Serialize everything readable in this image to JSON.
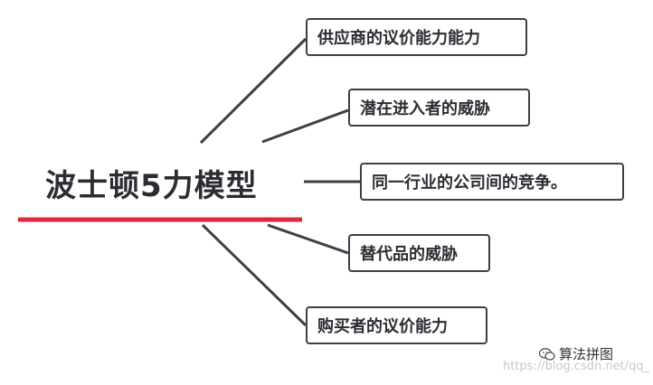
{
  "diagram": {
    "center": "波士顿5力模型",
    "branches": [
      "供应商的议价能力能力",
      "潜在进入者的威胁",
      "同一行业的公司间的竞争。",
      "替代品的威胁",
      "购买者的议价能力"
    ]
  },
  "watermark": {
    "label": "算法拼图",
    "icon": "wechat-icon",
    "url": "https://blog.csdn.net/qq_"
  },
  "colors": {
    "underline": "#e0283c",
    "connector": "#3d3f49",
    "text": "#2c2d33"
  }
}
